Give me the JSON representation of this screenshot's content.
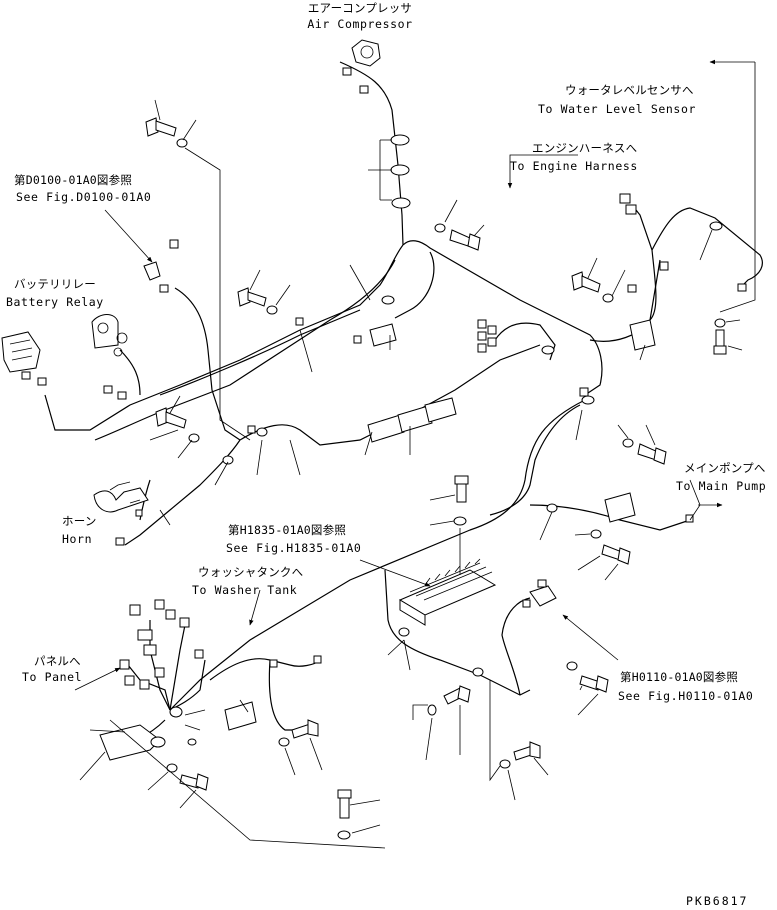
{
  "labels": {
    "air_compressor_ja": "エアーコンプレッサ",
    "air_compressor_en": "Air Compressor",
    "water_level_ja": "ウォータレベルセンサへ",
    "water_level_en": "To Water Level Sensor",
    "engine_harness_ja": "エンジンハーネスへ",
    "engine_harness_en": "To Engine Harness",
    "fig_d0100_ja": "第D0100-01A0図参照",
    "fig_d0100_en": "See Fig.D0100-01A0",
    "battery_relay_ja": "バッテリリレー",
    "battery_relay_en": "Battery Relay",
    "main_pump_ja": "メインポンプへ",
    "main_pump_en": "To Main Pump",
    "horn_ja": "ホーン",
    "horn_en": "Horn",
    "fig_h1835_ja": "第H1835-01A0図参照",
    "fig_h1835_en": "See Fig.H1835-01A0",
    "washer_tank_ja": "ウォッシャタンクへ",
    "washer_tank_en": "To Washer Tank",
    "panel_ja": "パネルへ",
    "panel_en": "To Panel",
    "fig_h0110_ja": "第H0110-01A0図参照",
    "fig_h0110_en": "See Fig.H0110-01A0"
  },
  "drawing_code": "PKB6817",
  "colors": {
    "ink": "#000000",
    "paper": "#ffffff"
  }
}
